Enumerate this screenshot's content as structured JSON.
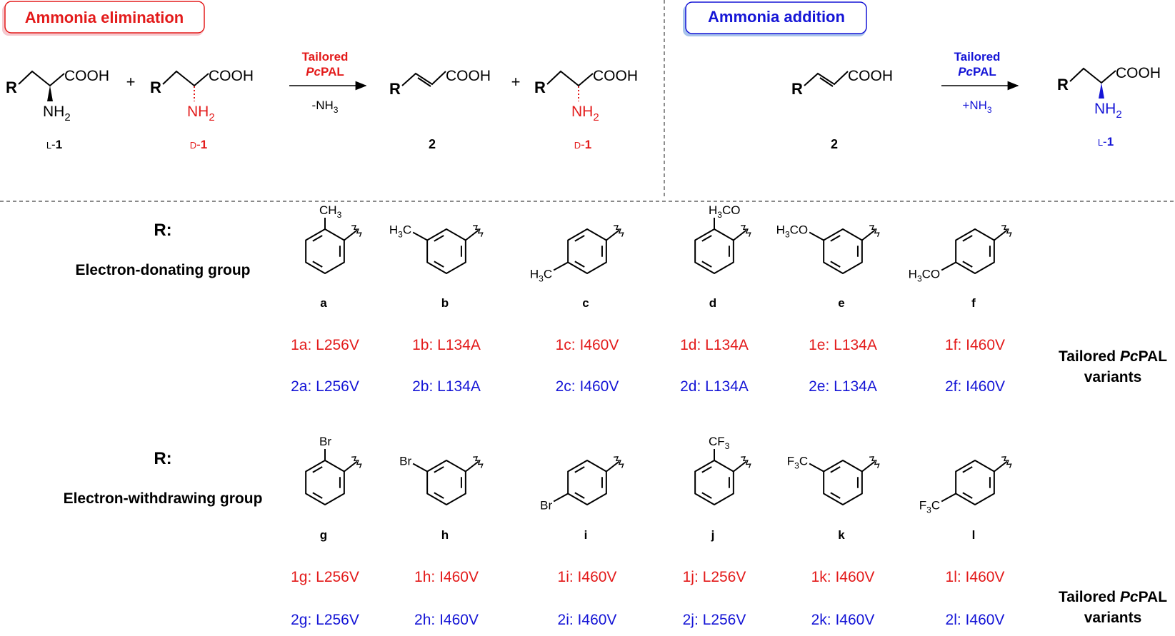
{
  "panels": {
    "elimination": {
      "title": "Ammonia elimination",
      "arrow_top1": "Tailored",
      "arrow_top2_italic": "Pc",
      "arrow_top2_rest": "PAL",
      "arrow_bottom": "-NH",
      "arrow_bottom_sub": "3",
      "compounds": [
        {
          "label_prefix": "L",
          "label_num": "1",
          "R": "R",
          "acid": "COOH",
          "amine": "NH",
          "amine_sub": "2"
        },
        {
          "label_prefix": "D",
          "label_num": "1",
          "R": "R",
          "acid": "COOH",
          "amine": "NH",
          "amine_sub": "2"
        },
        {
          "label_num": "2",
          "R": "R",
          "acid": "COOH"
        },
        {
          "label_prefix": "D",
          "label_num": "1",
          "R": "R",
          "acid": "COOH",
          "amine": "NH",
          "amine_sub": "2"
        }
      ],
      "plus": "+"
    },
    "addition": {
      "title": "Ammonia addition",
      "arrow_top1": "Tailored",
      "arrow_top2_italic": "Pc",
      "arrow_top2_rest": "PAL",
      "arrow_bottom": "+NH",
      "arrow_bottom_sub": "3",
      "compounds": [
        {
          "label_num": "2",
          "R": "R",
          "acid": "COOH"
        },
        {
          "label_prefix": "L",
          "label_num": "1",
          "R": "R",
          "acid": "COOH",
          "amine": "NH",
          "amine_sub": "2"
        }
      ]
    }
  },
  "groups": [
    {
      "r_label": "R:",
      "name": "Electron-donating group",
      "side_label_line1_pre": "Tailored ",
      "side_label_line1_italic": "Pc",
      "side_label_line1_post": "PAL",
      "side_label_line2": "variants",
      "substituents": [
        {
          "letter": "a",
          "sub": "CH3",
          "position": "ortho",
          "v1": "1a: L256V",
          "v2": "2a: L256V"
        },
        {
          "letter": "b",
          "sub": "H3C",
          "position": "meta",
          "v1": "1b: L134A",
          "v2": "2b: L134A"
        },
        {
          "letter": "c",
          "sub": "H3C",
          "position": "para",
          "v1": "1c: I460V",
          "v2": "2c: I460V"
        },
        {
          "letter": "d",
          "sub": "H3CO",
          "position": "ortho",
          "v1": "1d: L134A",
          "v2": "2d: L134A"
        },
        {
          "letter": "e",
          "sub": "H3CO",
          "position": "meta",
          "v1": "1e: L134A",
          "v2": "2e: L134A"
        },
        {
          "letter": "f",
          "sub": "H3CO",
          "position": "para",
          "v1": "1f: I460V",
          "v2": "2f: I460V"
        }
      ]
    },
    {
      "r_label": "R:",
      "name": "Electron-withdrawing group",
      "side_label_line1_pre": "Tailored ",
      "side_label_line1_italic": "Pc",
      "side_label_line1_post": "PAL",
      "side_label_line2": "variants",
      "substituents": [
        {
          "letter": "g",
          "sub": "Br",
          "position": "ortho",
          "v1": "1g: L256V",
          "v2": "2g: L256V"
        },
        {
          "letter": "h",
          "sub": "Br",
          "position": "meta",
          "v1": "1h: I460V",
          "v2": "2h: I460V"
        },
        {
          "letter": "i",
          "sub": "Br",
          "position": "para",
          "v1": "1i: I460V",
          "v2": "2i: I460V"
        },
        {
          "letter": "j",
          "sub": "CF3",
          "position": "ortho",
          "v1": "1j: L256V",
          "v2": "2j: L256V"
        },
        {
          "letter": "k",
          "sub": "F3C",
          "position": "meta",
          "v1": "1k: I460V",
          "v2": "2k: I460V"
        },
        {
          "letter": "l",
          "sub": "F3C",
          "position": "para",
          "v1": "1l: I460V",
          "v2": "2l: I460V"
        }
      ]
    }
  ],
  "colors": {
    "elimination": "#e31b1b",
    "addition": "#1515d6",
    "ink": "#000000"
  }
}
